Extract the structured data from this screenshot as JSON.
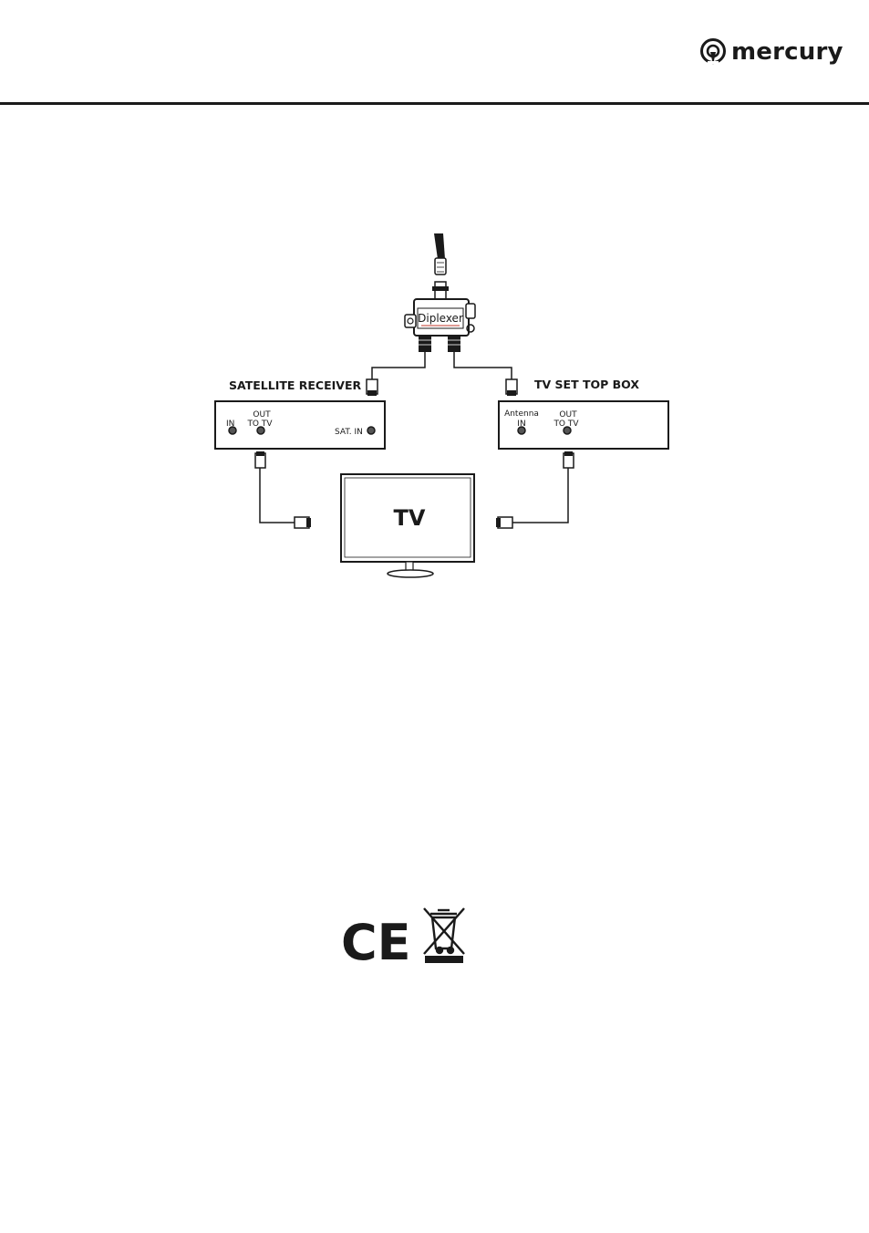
{
  "brand": {
    "name": "mercury",
    "logo_icon": "mercury-antenna-icon"
  },
  "diagram": {
    "diplexer_label": "Diplexer",
    "satellite_receiver": {
      "title": "SATELLITE RECEIVER",
      "port_in": "IN",
      "port_out_line1": "OUT",
      "port_out_line2": "TO TV",
      "port_sat_in": "SAT. IN"
    },
    "set_top_box": {
      "title": "TV SET TOP BOX",
      "port_antenna_line1": "Antenna",
      "port_antenna_line2": "IN",
      "port_out_line1": "OUT",
      "port_out_line2": "TO TV"
    },
    "tv_label": "TV"
  },
  "marks": {
    "ce": "CE",
    "weee_icon": "crossed-out-wheelie-bin-icon"
  }
}
